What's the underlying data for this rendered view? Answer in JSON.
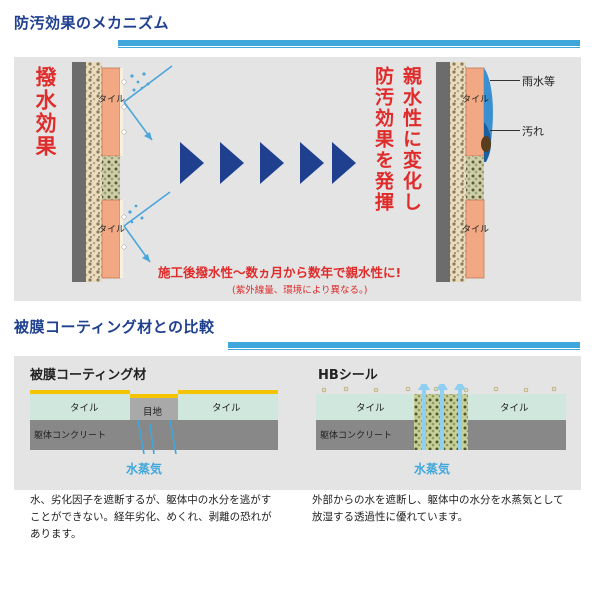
{
  "section1": {
    "title": "防汚効果のメカニズム",
    "left_label": "撥水効果",
    "right_label_col1": "親水性に変化し",
    "right_label_col2": "防汚効果を発揮",
    "tile_label": "タイル",
    "rain_label": "雨水等",
    "dirt_label": "汚れ",
    "note_main": "施工後撥水性〜数ヵ月から数年で親水性に!",
    "note_sub": "(紫外線量、環境により異なる。)"
  },
  "section2": {
    "title": "被膜コーティング材との比較",
    "left": {
      "heading": "被膜コーティング材",
      "tile1": "タイル",
      "joint": "目地",
      "tile2": "タイル",
      "concrete": "躯体コンクリート",
      "vapor": "水蒸気",
      "caption": "水、劣化因子を遮断するが、躯体中の水分を逃がすことができない。経年劣化、めくれ、剥離の恐れがあります。"
    },
    "right": {
      "heading": "HBシール",
      "tile1": "タイル",
      "tile2": "タイル",
      "concrete": "躯体コンクリート",
      "vapor": "水蒸気",
      "caption": "外部からの水を遮断し、躯体中の水分を水蒸気として放湿する透過性に優れています。"
    }
  },
  "colors": {
    "accent_blue": "#3fa7dc",
    "title_navy": "#1f3f8f",
    "red": "#e02b2b",
    "tile_orange": "#f2a882",
    "arrow_navy": "#1f3f8f",
    "coating_yellow": "#f5c400",
    "tile_green": "#cfe7dd"
  }
}
